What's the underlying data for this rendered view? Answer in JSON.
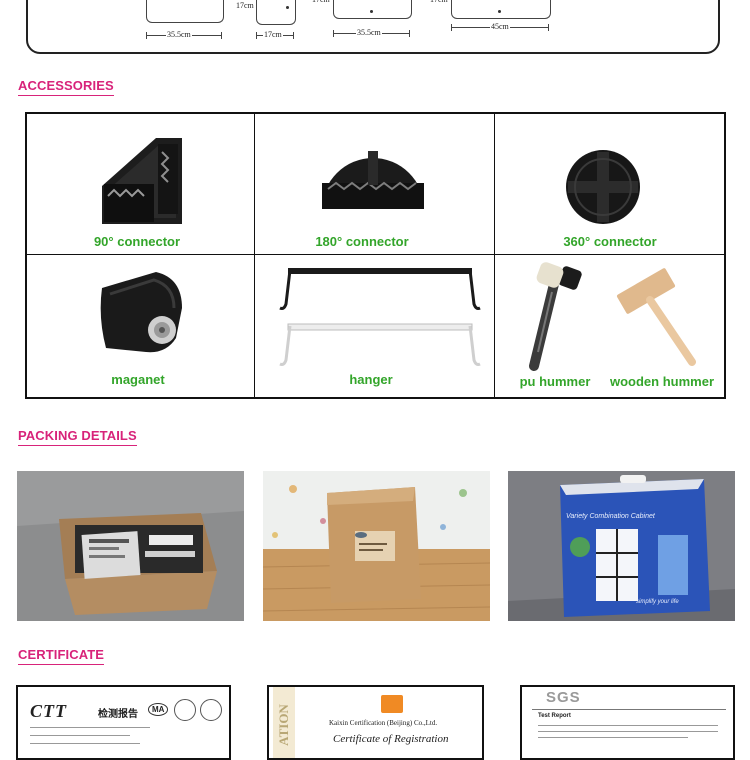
{
  "dimensions": {
    "labels": [
      "35.5cm",
      "17cm",
      "17cm",
      "35.5cm",
      "45cm",
      "17cm",
      "17cm"
    ]
  },
  "sections": {
    "accessories": "ACCESSORIES",
    "packing": "PACKING DETAILS",
    "certificate": "CERTIFICATE"
  },
  "accessories": [
    {
      "label": "90° connector",
      "icon": "connector-90-icon"
    },
    {
      "label": "180° connector",
      "icon": "connector-180-icon"
    },
    {
      "label": "360° connector",
      "icon": "connector-360-icon"
    },
    {
      "label": "maganet",
      "icon": "magnet-icon"
    },
    {
      "label": "hanger",
      "icon": "hanger-icon"
    },
    {
      "label": "pu hummer",
      "icon": "pu-hammer-icon"
    },
    {
      "label": "wooden hummer",
      "icon": "wooden-hammer-icon"
    }
  ],
  "packing": {
    "box_brand": "Variety Combination Cabinet",
    "box_slogan": "simplify your life"
  },
  "certificates": [
    {
      "brand": "CTT",
      "title": "检测报告",
      "badge": "MA"
    },
    {
      "side": "ATION",
      "company": "Kaixin Certification (Beijing) Co.,Ltd.",
      "title": "Certificate of Registration"
    },
    {
      "brand": "SGS",
      "title": "Test Report"
    }
  ],
  "colors": {
    "heading": "#d8237a",
    "label_green": "#33a52a",
    "border": "#111111"
  }
}
